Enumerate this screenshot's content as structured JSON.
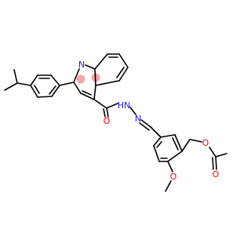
{
  "molecule": {
    "atoms": {
      "quinoline_n": "N",
      "amide_o": "O",
      "hydrazide_nh": "HN",
      "imine_n": "N",
      "methoxy_o": "O",
      "ester_o_single": "O",
      "ester_o_carbonyl": "O"
    },
    "colors": {
      "bond": "#000000",
      "nitrogen": "#1a1aff",
      "oxygen": "#ff0000",
      "aromatic_highlight": "#f4a8a8",
      "background": "#ffffff"
    }
  }
}
